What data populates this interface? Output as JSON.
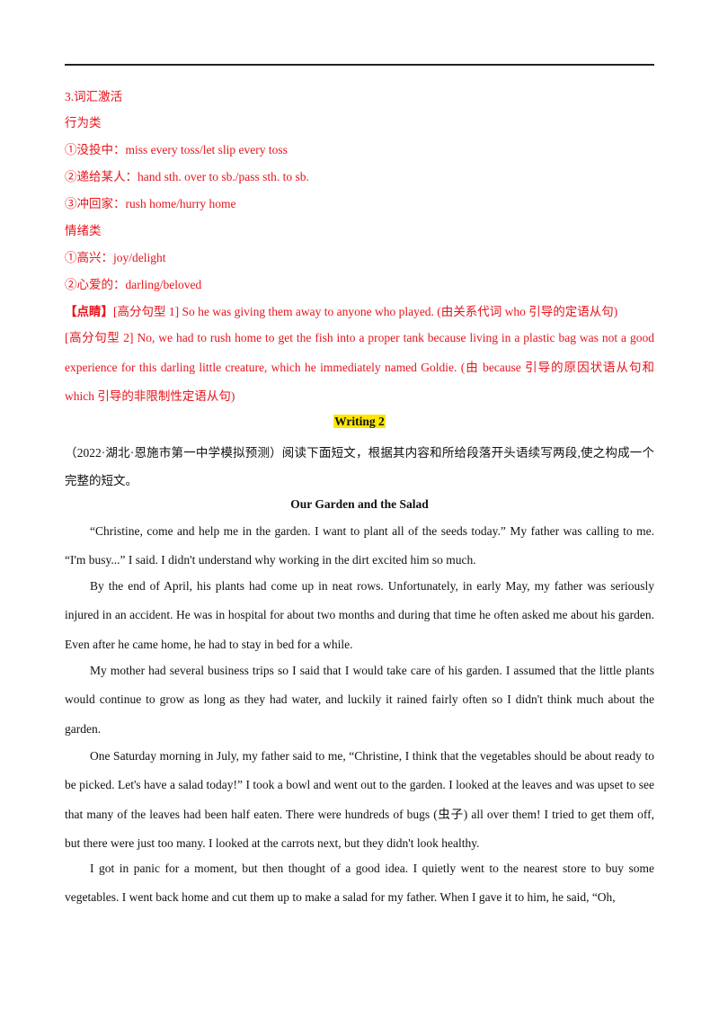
{
  "vocab": {
    "heading": "3.词汇激活",
    "behavior_title": "行为类",
    "behavior": [
      "①没投中：miss every toss/let slip every toss",
      "②递给某人：hand sth. over to sb./pass sth. to sb.",
      "③冲回家：rush home/hurry home"
    ],
    "emotion_title": "情绪类",
    "emotion": [
      "①高兴：joy/delight",
      "②心爱的：darling/beloved"
    ],
    "tip_label": "【点睛】",
    "tip_1": "[高分句型 1] So he was giving them away to anyone who played. (由关系代词 who 引导的定语从句)",
    "tip_2": "[高分句型 2] No, we had to rush home to get the fish into a proper tank because living in a plastic bag was not a good experience for this darling little creature, which he immediately named Goldie. (由 because 引导的原因状语从句和 which 引导的非限制性定语从句)"
  },
  "writing": {
    "label": "Writing 2",
    "intro": "（2022·湖北·恩施市第一中学模拟预测）阅读下面短文，根据其内容和所给段落开头语续写两段,使之构成一个完整的短文。",
    "title": "Our Garden and the Salad",
    "paragraphs": [
      "“Christine, come and help me in the garden. I want to plant all of the seeds today.” My father was calling to me. “I'm busy...” I said. I didn't understand why working in the dirt excited him so much.",
      "By the end of April, his plants had come up in neat rows. Unfortunately, in early May, my father was seriously injured in an accident. He was in hospital for about two months and during that time he often asked me about his garden. Even after he came home, he had to stay in bed for a while.",
      "My mother had several business trips so I said that I would take care of his garden. I assumed that the little plants would continue to grow as long as they had water, and luckily it rained fairly often so I didn't think much about the garden.",
      "One Saturday morning in July, my father said to me, “Christine, I think that the vegetables should be about ready to be picked. Let's have a salad today!” I took a bowl and went out to the garden. I looked at the leaves and was upset to see that many of the leaves had been half eaten. There were hundreds of bugs (虫子) all over them! I tried to get them off, but there were just too many. I looked at the carrots next, but they didn't look healthy.",
      "I got in panic for a moment, but then thought of a good idea. I quietly went to the nearest store to buy some vegetables. I went back home and cut them up to make a salad for my father. When I gave it to him, he said, “Oh,"
    ]
  }
}
